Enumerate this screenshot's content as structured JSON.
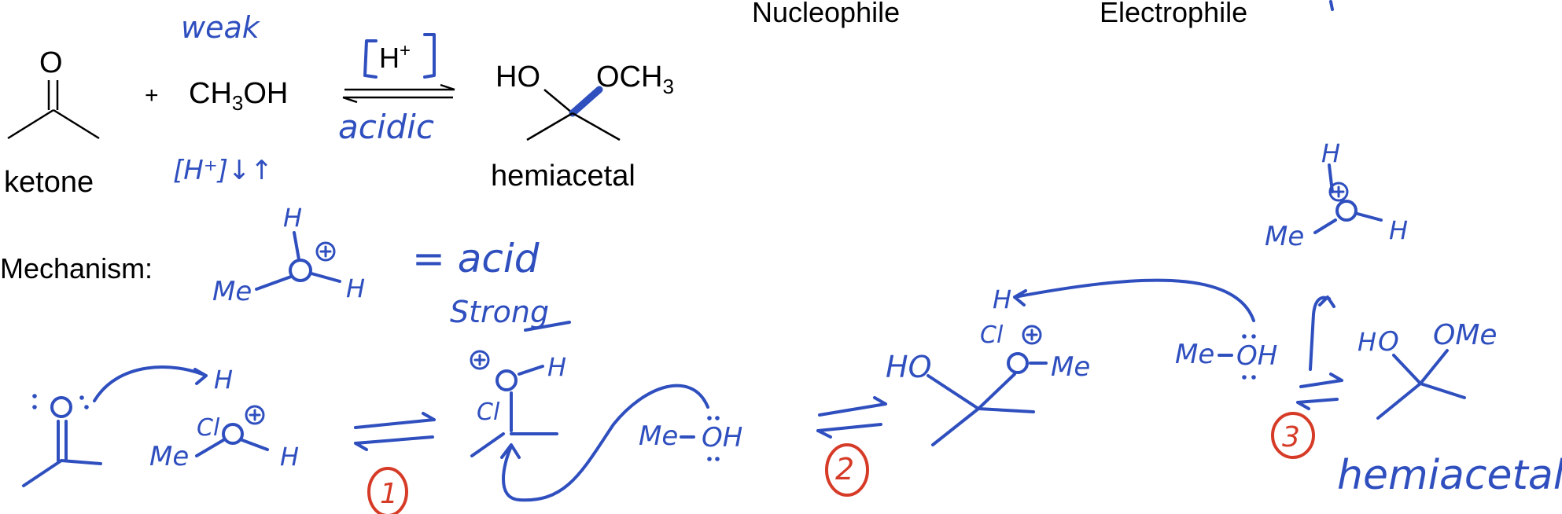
{
  "colors": {
    "ink": "#2f4fbf",
    "red": "#d63b27",
    "black": "#000000"
  },
  "header": {
    "nucleophile": "Nucleophile",
    "electrophile": "Electrophile"
  },
  "reaction": {
    "ketone_oxygen": "O",
    "plus": "+",
    "reagent_prefix": "CH",
    "reagent_sub": "3",
    "reagent_suffix": "OH",
    "catalyst_main": "H",
    "catalyst_sup": "+",
    "ketone_label": "ketone",
    "product_ho": "HO",
    "product_och": "OCH",
    "product_sub": "3",
    "product_label": "hemiacetal",
    "note_weak": "weak",
    "note_acidic": "acidic",
    "note_h_arrows": "[H⁺]↓↑"
  },
  "mechanism": {
    "label": "Mechanism:",
    "acid_label": "= acid",
    "strong_label": "Strong",
    "me": "Me",
    "h": "H",
    "o": "O",
    "oh": "OH",
    "ho": "HO",
    "ome": "OMe",
    "cl": "Cl",
    "final_label": "hemiacetal",
    "steps": [
      "1",
      "2",
      "3"
    ]
  }
}
